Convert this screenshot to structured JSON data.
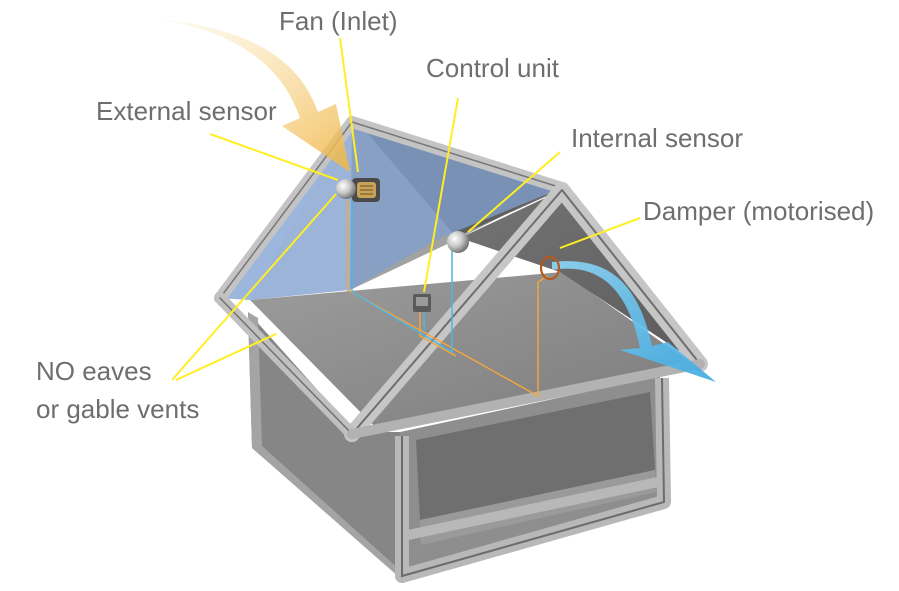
{
  "labels": {
    "fan": "Fan (Inlet)",
    "control_unit": "Control unit",
    "external_sensor": "External sensor",
    "internal_sensor": "Internal sensor",
    "damper": "Damper (motorised)",
    "no_vents_line1": "NO eaves",
    "no_vents_line2": "or gable vents"
  },
  "colors": {
    "label_text": "#6e6e6e",
    "leader_line": "#ffee22",
    "inflow_arrow": "#f3c46a",
    "outflow_arrow": "#5ec4ef",
    "wiring_orange": "#f4a53a",
    "wiring_blue": "#4fb6e6",
    "roof_tint": "#7f9fcc",
    "house_grey": "#8a8a8a"
  }
}
